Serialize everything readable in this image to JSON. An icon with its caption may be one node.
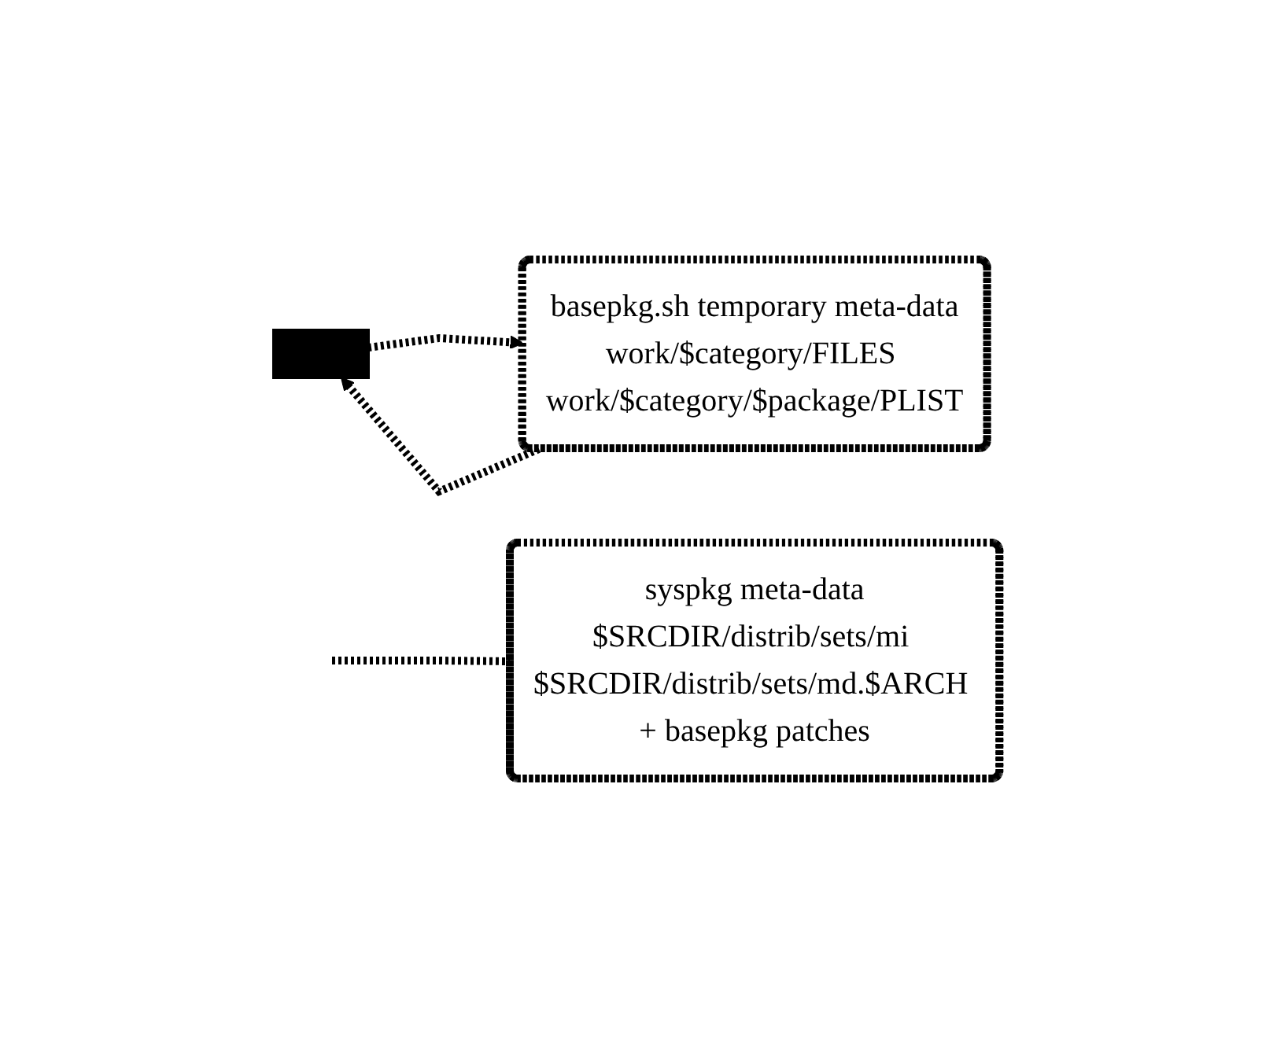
{
  "diagram": {
    "nodes": [
      {
        "text": [
          "syspkg meta-data",
          "$SRCDIR/distrib/sets/mi $SRCDIR/distrib/sets/md.$ARCH + basepkg patches"
        ]
      },
      {
        "text": [],
        "shape": "bar"
      },
      {
        "text": [
          "basepkg.sh temporary meta-data",
          "work/$category/FILES work/$category/$package/PLIST"
        ]
      }
    ],
    "edges": [
      {
        "from": null,
        "to": 0,
        "arrow": "none",
        "style": "dashed"
      },
      {
        "from": 1,
        "to": 2,
        "arrow": "to",
        "style": "dashed"
      },
      {
        "from": 2,
        "to": 1,
        "arrow": "to",
        "style": "dashed"
      }
    ]
  }
}
